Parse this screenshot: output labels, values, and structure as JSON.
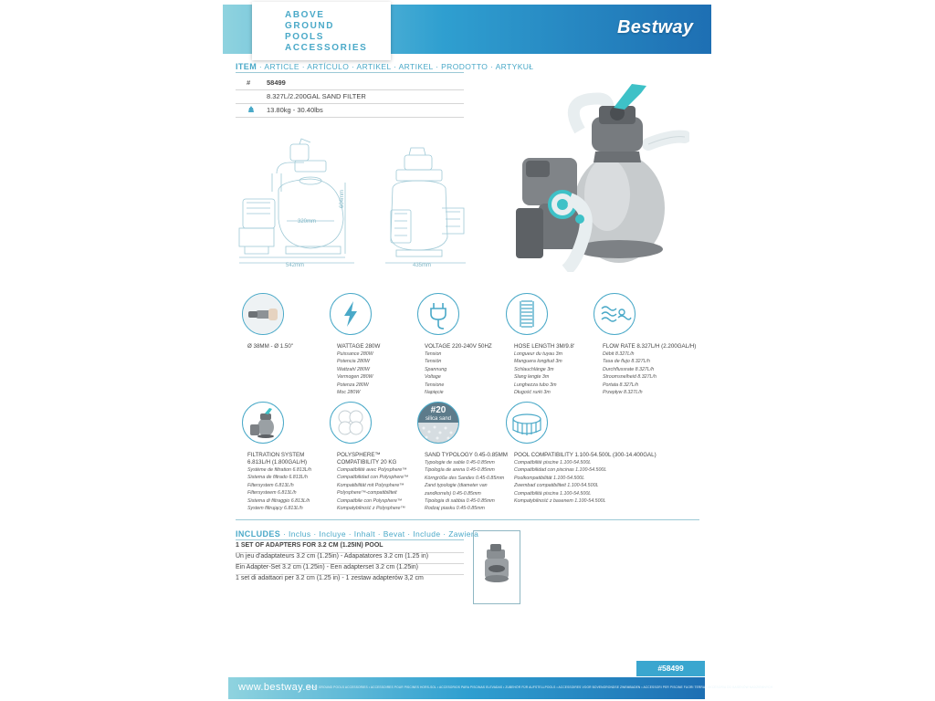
{
  "header": {
    "lines": [
      "ABOVE",
      "GROUND",
      "POOLS",
      "ACCESSORIES"
    ],
    "logo": "Bestway"
  },
  "item": {
    "title_main": "ITEM",
    "title_rest": " · ARTICLE · ARTÍCULO · ARTIKEL · ARTIKEL · PRODOTTO · ARTYKUŁ",
    "rows": [
      {
        "key": "#",
        "value": "58499"
      },
      {
        "key": "",
        "value": "8.327L/2.200GAL SAND FILTER"
      },
      {
        "key": "weight-icon",
        "value": "13.80kg - 30.40lbs"
      }
    ]
  },
  "dimensions": {
    "width_side": "542mm",
    "tank_diameter": "320mm",
    "height": "604mm",
    "width_front": "435mm"
  },
  "features": [
    {
      "icon": "adapter-photo-icon",
      "title": "Ø 38MM - Ø 1.50\"",
      "lines": []
    },
    {
      "icon": "lightning-icon",
      "title": "WATTAGE 280W",
      "lines": [
        "Puissance 280W",
        "Potencia 280W",
        "Wattzahl 280W",
        "Vermogen 280W",
        "Potenza 280W",
        "Moc 280W"
      ]
    },
    {
      "icon": "plug-icon",
      "title": "VOLTAGE 220-240V 50HZ",
      "lines": [
        "Tension",
        "Tensión",
        "Spannung",
        "Voltage",
        "Tensione",
        "Napięcie"
      ]
    },
    {
      "icon": "hose-icon",
      "title": "HOSE LENGTH 3M/9.8'",
      "lines": [
        "Longueur du tuyau 3m",
        "Manguera longitud 3m",
        "Schlauchlänge 3m",
        "Slang lengte 3m",
        "Lunghezza tubo 3m",
        "Długość rurki 3m"
      ]
    },
    {
      "icon": "water-flow-icon",
      "title": "FLOW RATE 8.327L/H (2.200GAL/H)",
      "lines": [
        "Débit 8.327L/h",
        "Tasa de flujo 8.327L/h",
        "Durchflussrate 8.327L/h",
        "Stroomsnelheid 8.327L/h",
        "Portata 8.327L/h",
        "Przepływ 8.327L/h"
      ]
    },
    {
      "icon": "filter-system-icon",
      "title": "FILTRATION SYSTEM\n6.813L/H (1.800GAL/H)",
      "lines": [
        "Système de filtration 6.813L/h",
        "Sistema de filtrado 6.813L/h",
        "Filtersystem 6.813L/h",
        "Filtersysteem 6.813L/h",
        "Sistema di filtraggio 6.813L/h",
        "System filtrujący 6.813L/h"
      ]
    },
    {
      "icon": "polysphere-icon",
      "title": "POLYSPHERE™\nCOMPATIBILITY 20 KG",
      "lines": [
        "Compatibilité avec Polysphere™",
        "Compatibilidad con Polysphere™",
        "Kompatibilität mit Polysphere™",
        "Polysphere™-compatibiliteit",
        "Compatibile con Polysphere™",
        "Kompatybilność z Polysphere™"
      ]
    },
    {
      "icon": "silica-sand-icon",
      "badge_top": "#20",
      "badge_bottom": "silica sand",
      "title": "SAND TYPOLOGY 0.45-0.85MM",
      "lines": [
        "Typologie de sable 0.45-0.85mm",
        "Tipología de arena 0.45-0.85mm",
        "Körngröße des Sandes 0.45-0.85mm",
        "Zand typologie (diameter van",
        "zandkorrels) 0.45-0.85mm",
        "Tipologia di sabbia 0.45-0.85mm",
        "Rodzaj piasku 0.45-0.85mm"
      ]
    },
    {
      "icon": "pool-icon",
      "title": "POOL COMPATIBILITY 1.100-54.500L (300-14.400GAL)",
      "lines": [
        "Compatibilité piscine 1.100-54.500L",
        "Compatibilidad con piscinas 1.100-54.500L",
        "Poolkompatibilität 1.100-54.500L",
        "Zwembad compatibiliteit 1.100-54.500L",
        "Compatibilità piscina 1.100-54.500L",
        "Kompatybilność z basenem 1.100-54.500L"
      ]
    }
  ],
  "includes": {
    "title_main": "INCLUDES",
    "title_rest": " · Inclus · Incluye · Inhalt · Bevat · Include · Zawiera",
    "rows": [
      "1 SET OF ADAPTERS FOR 3.2 CM (1.25IN) POOL",
      "Un jeu d'adaptateurs 3.2 cm (1.25in) - Adapatatores 3.2 cm (1.25 in)",
      "Ein Adapter-Set 3.2 cm (1.25in) - Een adapterset 3.2 cm (1.25in)",
      "1 set di adattaori per 3.2 cm (1.25 in) - 1 zestaw adapterów 3,2 cm"
    ]
  },
  "footer": {
    "tag": "#58499",
    "url": "www.bestway.eu",
    "fine": "ABOVE GROUND POOLS ACCESSORIES • ACCESSOIRES POUR PISCINES HORS-SOL • ACCESORIOS PARA PISCINAS ELEVADAS • ZUBEHÖR FÜR AUFSTELLPOOLS • ACCESSOIRES VOOR BOVENGRONDSE ZWEMBADEN • ACCESSORI PER PISCINE FUORI TERRA • AKCESORIA DO BASENÓW NADZIEMNYCH"
  },
  "colors": {
    "accent": "#4aa9c8",
    "teal": "#3ec1c7",
    "grey": "#9a9a9a",
    "dark_blue": "#1e6fb3"
  }
}
